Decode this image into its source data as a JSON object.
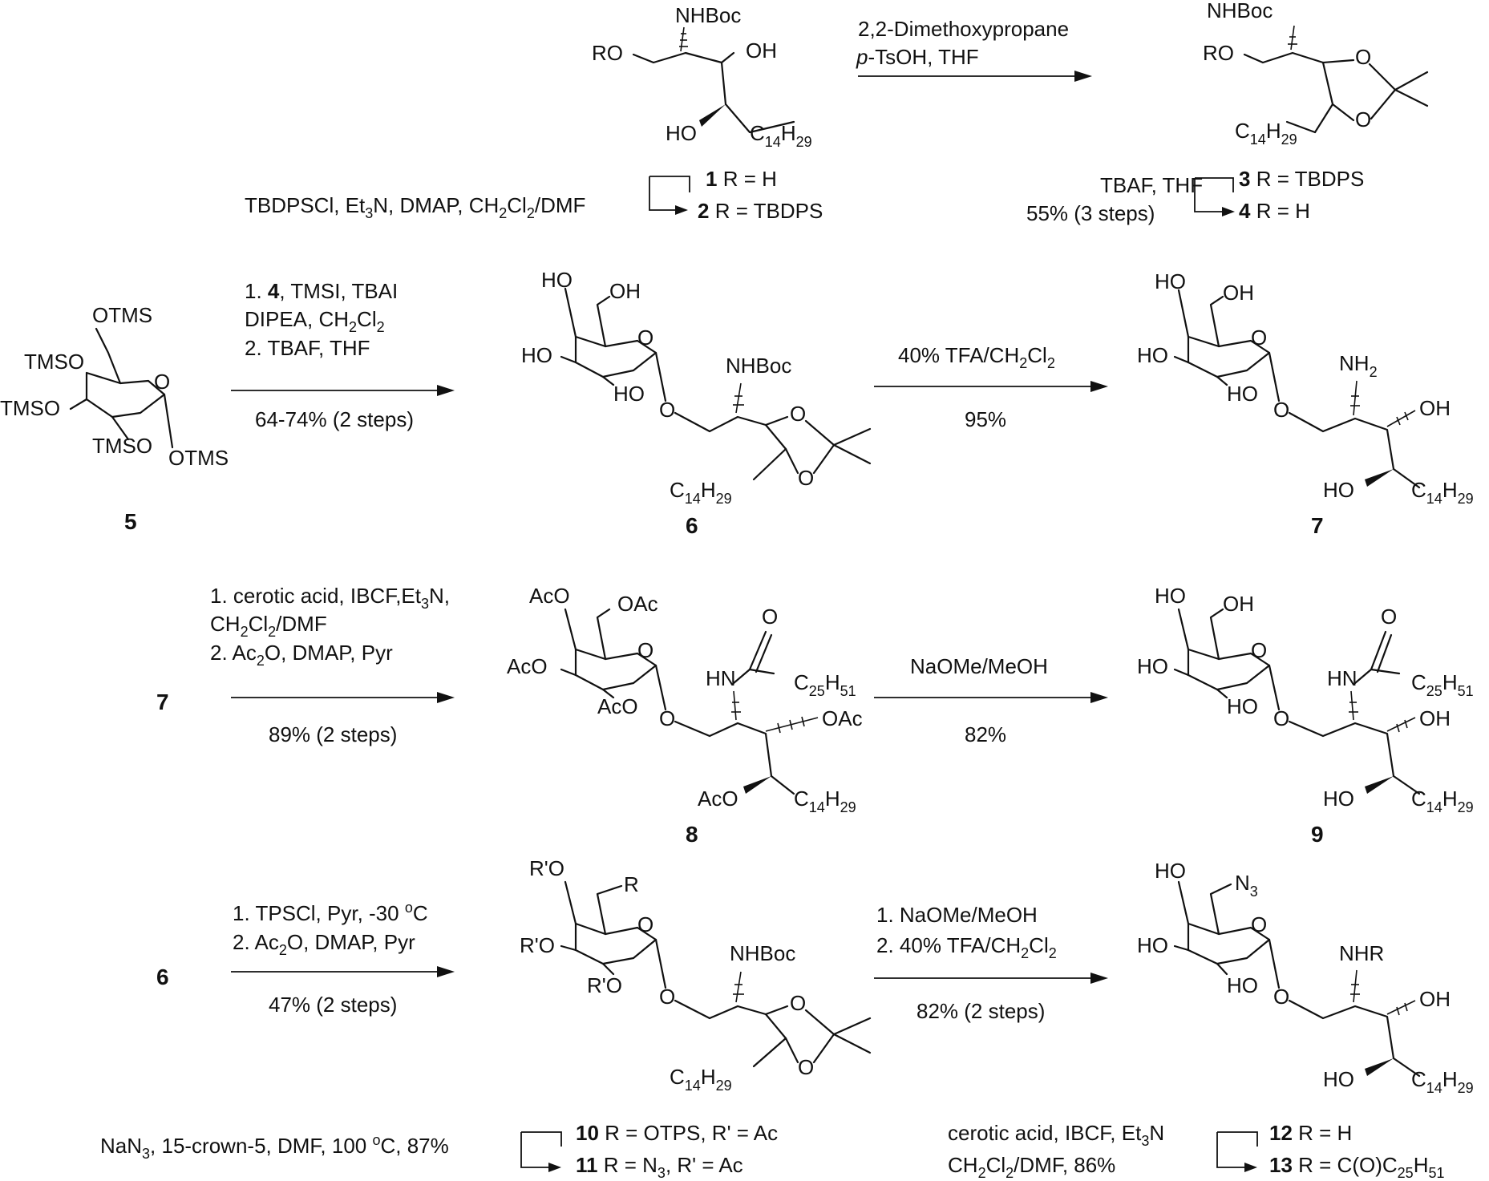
{
  "conditions": {
    "dmp_line1": "2,2-Dimethoxypropane",
    "dmp_line2": "p-TsOH, THF",
    "tbdps_prot": "TBDPSCl, Et3N, DMAP, CH2Cl2/DMF",
    "tbaf_line1": "TBAF, THF",
    "tbaf_line2": "55% (3 steps)",
    "glyco_line1": "1. 4, TMSI, TBAI",
    "glyco_line2": "DIPEA, CH2Cl2",
    "glyco_line3": "2. TBAF, THF",
    "glyco_yield": "64-74% (2 steps)",
    "tfa_line": "40% TFA/CH2Cl2",
    "tfa_yield": "95%",
    "acyl_line1": "1. cerotic acid, IBCF,Et3N,",
    "acyl_line2": "CH2Cl2/DMF",
    "acyl_line3": "2. Ac2O, DMAP, Pyr",
    "acyl_yield": "89% (2 steps)",
    "deac_line": "NaOMe/MeOH",
    "deac_yield": "82%",
    "tps_line1": "1. TPSCl, Pyr, -30 oC",
    "tps_line2": "2. Ac2O, DMAP, Pyr",
    "tps_yield": "47% (2 steps)",
    "dep_line1": "1. NaOMe/MeOH",
    "dep_line2": "2. 40% TFA/CH2Cl2",
    "dep_yield": "82% (2 steps)",
    "azide_line": "NaN3, 15-crown-5, DMF, 100 oC, 87%",
    "amide_line1": "cerotic acid, IBCF, Et3N",
    "amide_line2": "CH2Cl2/DMF, 86%"
  },
  "compounds": {
    "c1_label": "1 R = H",
    "c2_label": "2 R = TBDPS",
    "c3_label": "3 R = TBDPS",
    "c4_label": "4 R = H",
    "c5": "5",
    "c6": "6",
    "c7": "7",
    "c8": "8",
    "c9": "9",
    "c10_label": "10 R = OTPS, R' = Ac",
    "c11_label": "11 R = N3, R' = Ac",
    "c12_label": "12 R = H",
    "c13_label": "13 R = C(O)C25H51",
    "start7": "7",
    "start6": "6"
  },
  "atoms": {
    "NHBoc": "NHBoc",
    "RO": "RO",
    "OH": "OH",
    "HO": "HO",
    "C14H29": "C14H29",
    "C25H51": "C25H51",
    "O": "O",
    "OTMS": "OTMS",
    "TMSO": "TMSO",
    "NH2": "NH2",
    "HN": "HN",
    "AcO": "AcO",
    "OAc": "OAc",
    "RpO": "R'O",
    "R": "R",
    "N3": "N3",
    "NHR": "NHR"
  }
}
